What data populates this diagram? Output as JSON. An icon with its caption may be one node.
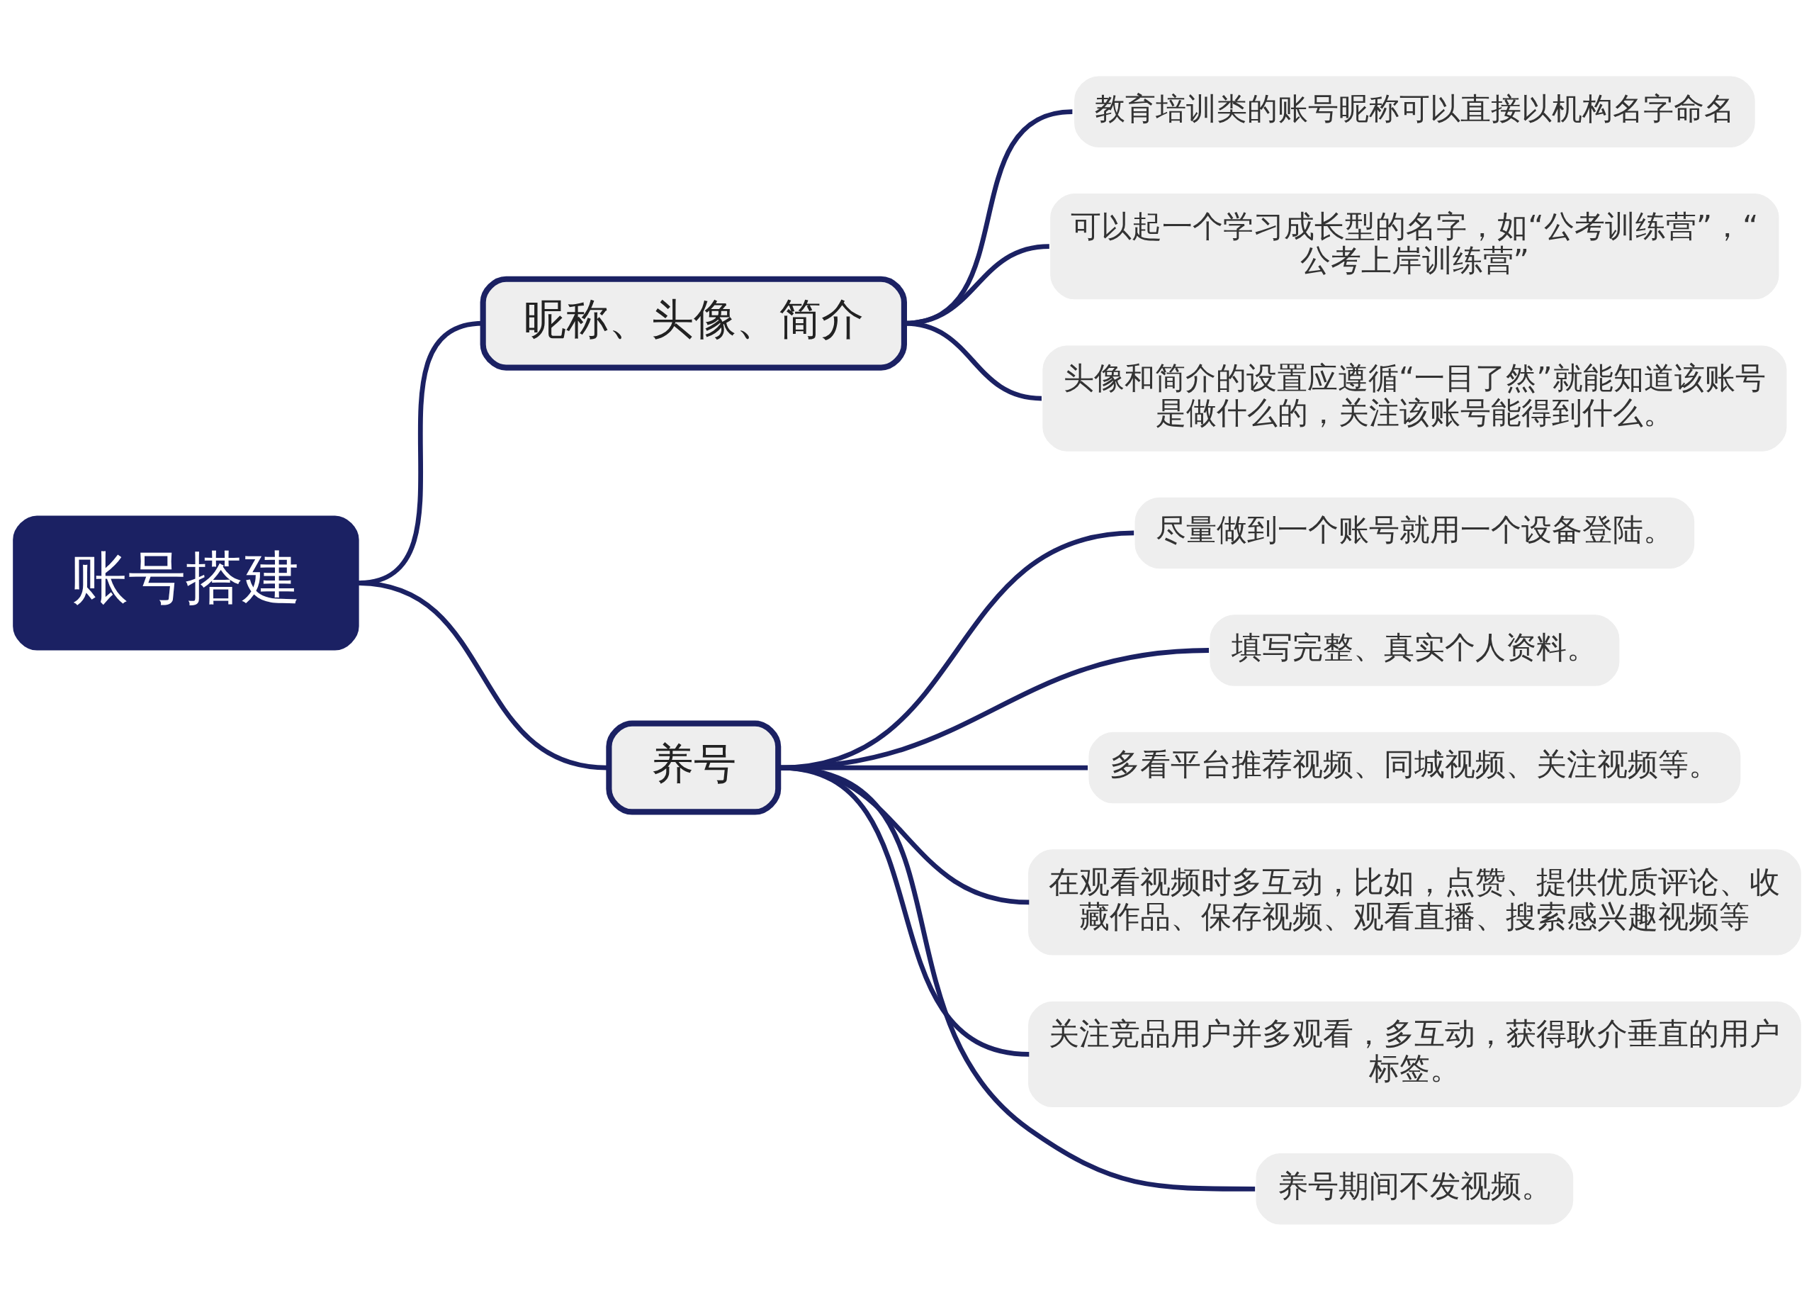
{
  "diagram": {
    "nodes": [
      {
        "text": [
          "账号搭建"
        ]
      },
      {
        "text": [
          "昵称、头像、简介"
        ]
      },
      {
        "text": [
          "教育培训类的账号昵称可以直接以机构名字命名"
        ]
      },
      {
        "text": [
          "可以起一个学习成长型的名字，如“公考训练营”，“公考上岸训练营”"
        ]
      },
      {
        "text": [
          "头像和简介的设置应遵循“一目了然”就能知道该账号是做什么的，关注该账号能得到什么。"
        ]
      },
      {
        "text": [
          "养号"
        ]
      },
      {
        "text": [
          "尽量做到一个账号就用一个设备登陆。"
        ]
      },
      {
        "text": [
          "填写完整、真实个人资料。"
        ]
      },
      {
        "text": [
          "多看平台推荐视频、同城视频、关注视频等。"
        ]
      },
      {
        "text": [
          "在观看视频时多互动，比如，点赞、提供优质评论、收藏作品、保存视频、观看直播、搜索感兴趣视频等"
        ]
      },
      {
        "text": [
          "关注竞品用户并多观看，多互动，获得耿介垂直的用户标签。"
        ]
      },
      {
        "text": [
          "养号期间不发视频。"
        ]
      }
    ],
    "edges": [
      {
        "from": 0,
        "to": 1,
        "arrow": "none"
      },
      {
        "from": 1,
        "to": 2,
        "arrow": "none"
      },
      {
        "from": 1,
        "to": 3,
        "arrow": "none"
      },
      {
        "from": 1,
        "to": 4,
        "arrow": "none"
      },
      {
        "from": 0,
        "to": 5,
        "arrow": "none"
      },
      {
        "from": 5,
        "to": 6,
        "arrow": "none"
      },
      {
        "from": 5,
        "to": 7,
        "arrow": "none"
      },
      {
        "from": 5,
        "to": 8,
        "arrow": "none"
      },
      {
        "from": 5,
        "to": 9,
        "arrow": "none"
      },
      {
        "from": 5,
        "to": 10,
        "arrow": "none"
      },
      {
        "from": 5,
        "to": 11,
        "arrow": "none"
      }
    ]
  }
}
